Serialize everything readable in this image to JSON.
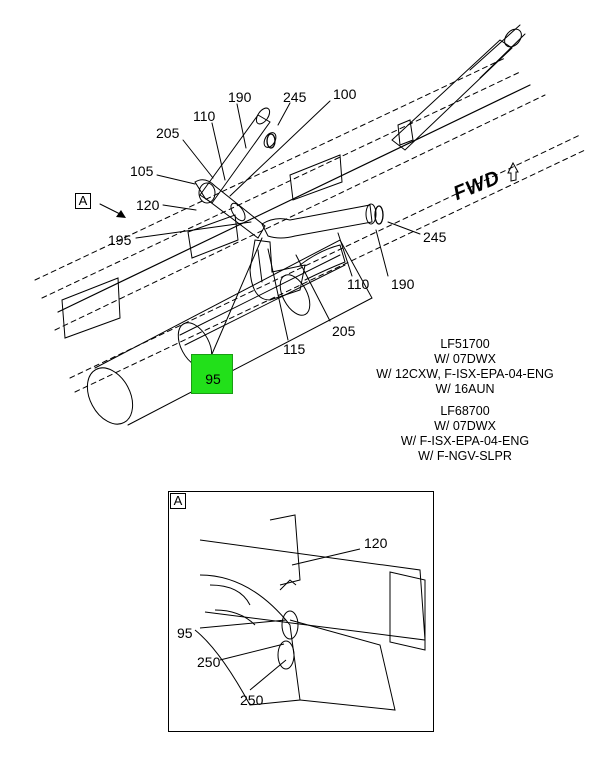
{
  "callouts": {
    "c190_top": "190",
    "c245_top": "245",
    "c100": "100",
    "c110_top": "110",
    "c205_top": "205",
    "c105": "105",
    "c120_main": "120",
    "c195": "195",
    "c245_right": "245",
    "c110_right": "110",
    "c190_right": "190",
    "c205_bottom": "205",
    "c115": "115",
    "c95_highlight": "95",
    "c120_detail": "120",
    "c95_detail": "95",
    "c250_a": "250",
    "c250_b": "250"
  },
  "view_tag_main": "A",
  "view_tag_detail": "A",
  "fwd_label": "FWD",
  "notes": {
    "block1": [
      "LF51700",
      "W/ 07DWX",
      "W/ 12CXW, F-ISX-EPA-04-ENG",
      "W/ 16AUN"
    ],
    "block2": [
      "LF68700",
      "W/ 07DWX",
      "W/ F-ISX-EPA-04-ENG",
      "W/ F-NGV-SLPR"
    ]
  },
  "colors": {
    "highlight": "#22e01a",
    "line": "#000000"
  }
}
